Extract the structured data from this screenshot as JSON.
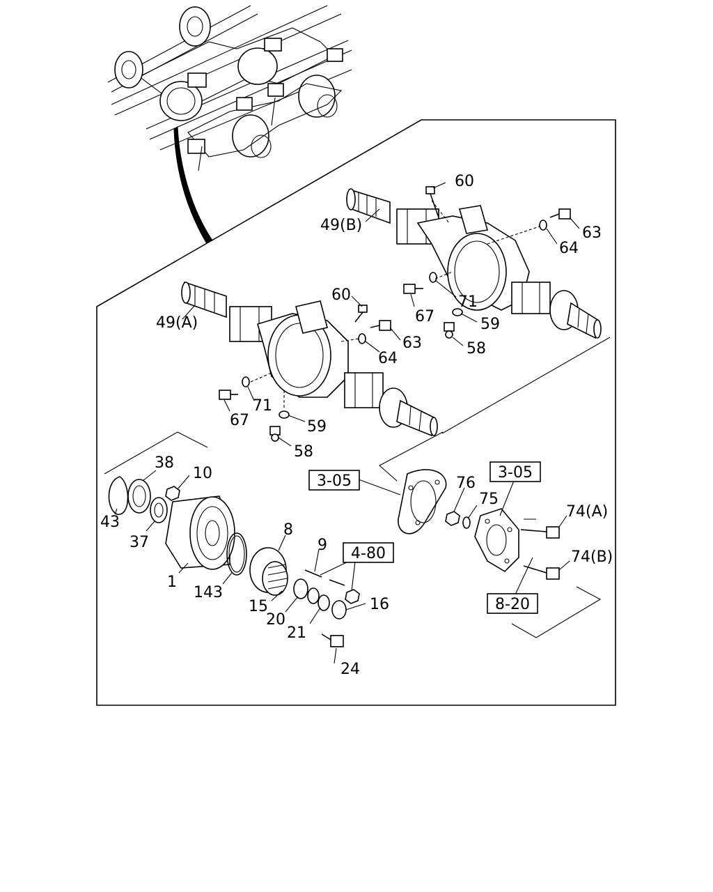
{
  "labels": {
    "p60a": "60",
    "p49b": "49(B)",
    "p63a": "63",
    "p64a": "64",
    "p71a": "71",
    "p67a": "67",
    "p59a": "59",
    "p58a": "58",
    "p60b": "60",
    "p49a": "49(A)",
    "p63b": "63",
    "p64b": "64",
    "p71b": "71",
    "p67b": "67",
    "p59b": "59",
    "p58b": "58",
    "p38": "38",
    "p10": "10",
    "p43": "43",
    "p37": "37",
    "p8": "8",
    "p9": "9",
    "p1": "1",
    "p143": "143",
    "p15": "15",
    "p20": "20",
    "p16": "16",
    "p21": "21",
    "p24": "24",
    "p76": "76",
    "p75": "75",
    "p74a": "74(A)",
    "p74b": "74(B)"
  },
  "refs": {
    "ref_305_left": "3-05",
    "ref_305_right": "3-05",
    "ref_480": "4-80",
    "ref_820": "8-20"
  }
}
